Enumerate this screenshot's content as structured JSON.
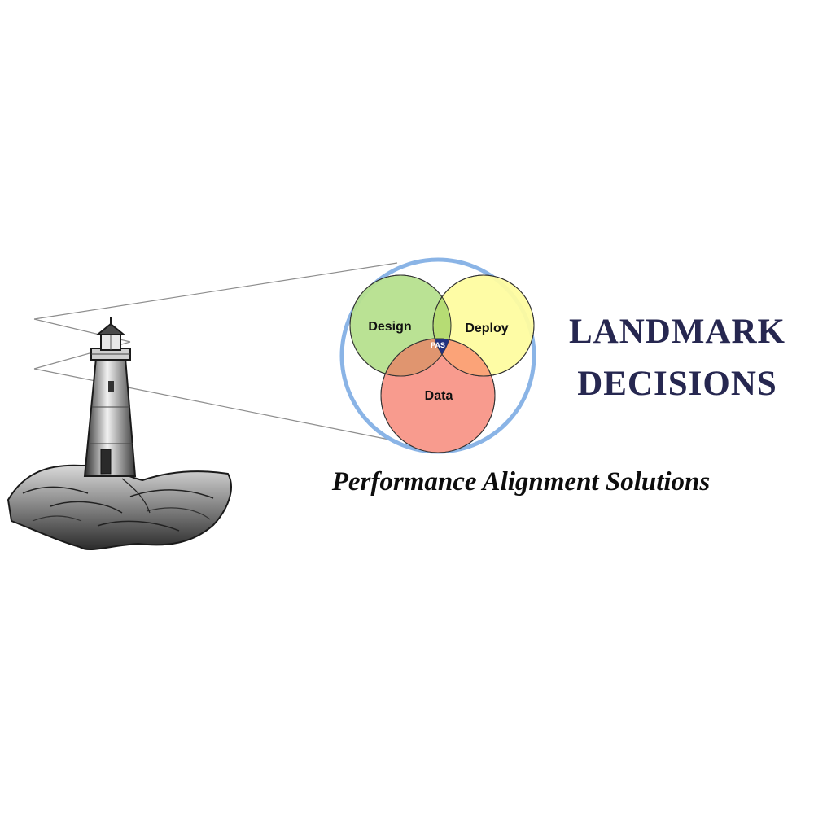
{
  "brand": {
    "name_line1": "LANDMARK",
    "name_line2": "DECISIONS",
    "tagline": "Performance Alignment Solutions",
    "text_color": "#262750"
  },
  "venn": {
    "ring_color": "#8ab4e6",
    "circles": [
      {
        "label": "Design",
        "color": "#b6e08e"
      },
      {
        "label": "Deploy",
        "color": "#fefca0"
      },
      {
        "label": "Data",
        "color": "#f89b8e"
      }
    ],
    "center_label": "PAS",
    "center_color": "#22317e"
  },
  "illustration": {
    "icon": "lighthouse-icon"
  }
}
